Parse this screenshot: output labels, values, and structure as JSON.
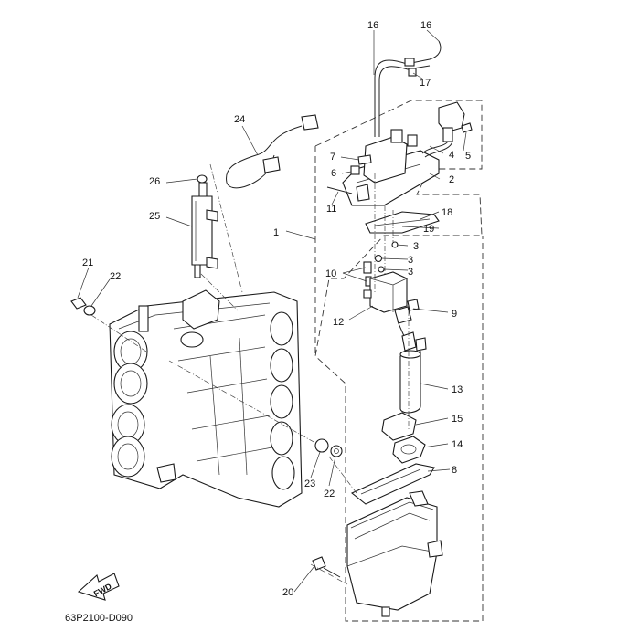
{
  "callouts": [
    {
      "id": "c1",
      "text": "1"
    },
    {
      "id": "c2",
      "text": "2"
    },
    {
      "id": "c3a",
      "text": "3"
    },
    {
      "id": "c3b",
      "text": "3"
    },
    {
      "id": "c3c",
      "text": "3"
    },
    {
      "id": "c4",
      "text": "4"
    },
    {
      "id": "c5",
      "text": "5"
    },
    {
      "id": "c6",
      "text": "6"
    },
    {
      "id": "c7",
      "text": "7"
    },
    {
      "id": "c8",
      "text": "8"
    },
    {
      "id": "c9",
      "text": "9"
    },
    {
      "id": "c10",
      "text": "10"
    },
    {
      "id": "c11",
      "text": "11"
    },
    {
      "id": "c12",
      "text": "12"
    },
    {
      "id": "c13",
      "text": "13"
    },
    {
      "id": "c14",
      "text": "14"
    },
    {
      "id": "c15",
      "text": "15"
    },
    {
      "id": "c16a",
      "text": "16"
    },
    {
      "id": "c16b",
      "text": "16"
    },
    {
      "id": "c17",
      "text": "17"
    },
    {
      "id": "c18",
      "text": "18"
    },
    {
      "id": "c19",
      "text": "19"
    },
    {
      "id": "c20",
      "text": "20"
    },
    {
      "id": "c21",
      "text": "21"
    },
    {
      "id": "c22a",
      "text": "22"
    },
    {
      "id": "c22b",
      "text": "22"
    },
    {
      "id": "c23",
      "text": "23"
    },
    {
      "id": "c24",
      "text": "24"
    },
    {
      "id": "c25",
      "text": "25"
    },
    {
      "id": "c26",
      "text": "26"
    }
  ],
  "fwd_label": "FWD",
  "diagram_code": "63P2100-D090"
}
